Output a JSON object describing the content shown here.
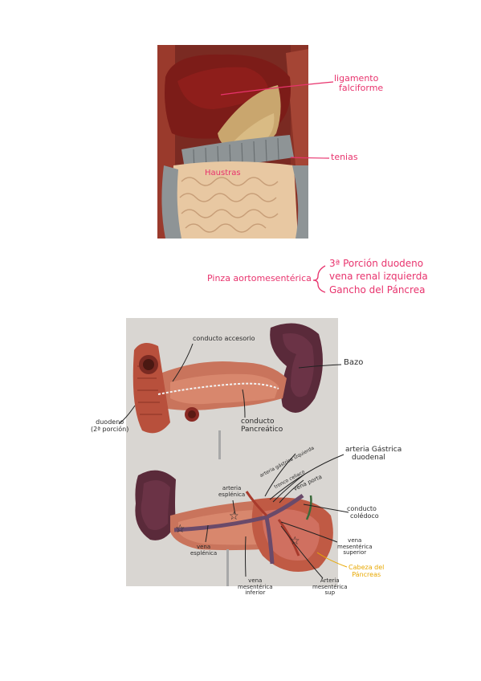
{
  "fig1": {
    "labels": {
      "ligamento_line1": "ligamento",
      "ligamento_line2": "falciforme",
      "tenias": "tenias",
      "haustras": "Haustras"
    }
  },
  "pinza": {
    "label": "Pinza aortomesentérica",
    "items": [
      "3ª Porción duodeno",
      "vena renal izquierda",
      "Gancho del Páncrea"
    ]
  },
  "fig2": {
    "labels": {
      "conducto_accesorio": "conducto accesorio",
      "bazo": "Bazo",
      "duodeno_line1": "duodeno",
      "duodeno_line2": "(2ª porción)",
      "conducto_pancreatico_line1": "conducto",
      "conducto_pancreatico_line2": "Pancreático"
    }
  },
  "fig3": {
    "labels": {
      "arteria_gastrica_line1": "arteria Gástrica",
      "arteria_gastrica_line2": "duodenal",
      "arteria_gastrica_izquierda": "arteria gástrica izquierda",
      "tronco_celiaco": "tronco celiaco",
      "vena_porta": "vena porta",
      "arteria_esplenica_line1": "arteria",
      "arteria_esplenica_line2": "esplénica",
      "conducto_coledoco_line1": "conducto",
      "conducto_coledoco_line2": "colédoco",
      "vena_esplenica_line1": "vena",
      "vena_esplenica_line2": "esplénica",
      "vena_mes_sup_line1": "vena",
      "vena_mes_sup_line2": "mesentérica",
      "vena_mes_sup_line3": "superior",
      "cabeza_line1": "Cabeza del",
      "cabeza_line2": "Páncreas",
      "vena_mes_inf_line1": "vena",
      "vena_mes_inf_line2": "mesentérica",
      "vena_mes_inf_line3": "inferior",
      "arteria_mes_sup_line1": "Arteria",
      "arteria_mes_sup_line2": "mesentérica",
      "arteria_mes_sup_line3": "sup"
    }
  },
  "colors": {
    "pink_annotation": "#e8336d",
    "gold_annotation": "#e8a800",
    "dark_annotation": "#2a2a2a"
  }
}
